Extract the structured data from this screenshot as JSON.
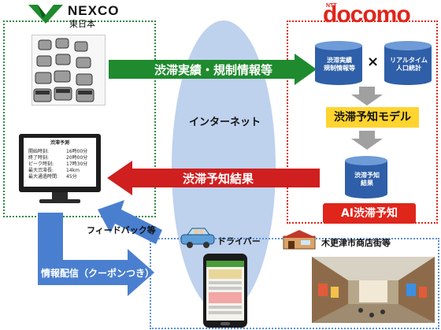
{
  "nexco": {
    "name": "NEXCO",
    "sub": "東日本"
  },
  "docomo": {
    "ntt": "NTT",
    "name": "docomo"
  },
  "arrows": {
    "top": "渋滞実績・規制情報等",
    "result": "渋滞予知結果",
    "feedback": "フィードバック等",
    "delivery": "情報配信（クーポンつき）"
  },
  "internet": "インターネット",
  "cylinders": {
    "left": [
      "渋滞実績",
      "規制情報等"
    ],
    "right": [
      "リアルタイム",
      "人口統計"
    ],
    "result": [
      "渋滞予知",
      "結果"
    ]
  },
  "times_symbol": "×",
  "model_box": "渋滞予知モデル",
  "ai_box": "AI渋滞予知",
  "monitor": {
    "title": "渋滞予測",
    "rows": [
      {
        "label": "開始時刻:",
        "value": "16時00分"
      },
      {
        "label": "終了時刻:",
        "value": "20時00分"
      },
      {
        "label": "ピーク時刻:",
        "value": "17時30分"
      },
      {
        "label": "最大渋滞長:",
        "value": "14km"
      },
      {
        "label": "最大通過時間:",
        "value": "45分"
      }
    ]
  },
  "driver_label": "ドライバー",
  "shop_label": "木更津市商店街等",
  "colors": {
    "green": "#1f8a2e",
    "red": "#cf1f1f",
    "blue": "#4a7fd0",
    "yellow": "#ffd42e",
    "ellipse": "#a9c2e6"
  }
}
